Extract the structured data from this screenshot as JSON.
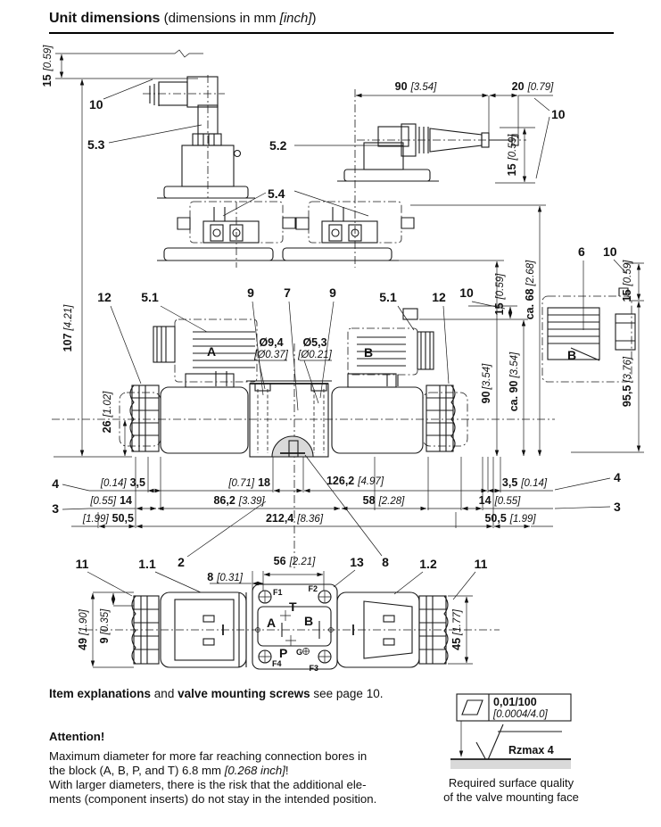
{
  "header": {
    "title": "Unit dimensions",
    "sub_prefix": " (dimensions in mm ",
    "sub_italic": "[inch]",
    "sub_suffix": ")"
  },
  "items": {
    "n10": "10",
    "n5_3": "5.3",
    "n5_2": "5.2",
    "n5_4": "5.4",
    "n5_1": "5.1",
    "n12": "12",
    "n9": "9",
    "n7": "7",
    "n6": "6",
    "n11": "11",
    "n1_1": "1.1",
    "n1_2": "1.2",
    "n2": "2",
    "n13": "13",
    "n8": "8",
    "n3": "3",
    "n4": "4"
  },
  "dims": {
    "d15_mm": "15",
    "d15_in": "[0.59]",
    "d90_mm": "90",
    "d90_in": "[3.54]",
    "d20_mm": "20",
    "d20_in": "[0.79]",
    "dca68_mm": "ca. 68",
    "dca68_in": "[2.68]",
    "dca90_mm": "ca. 90",
    "dca90_in": "[3.54]",
    "d90b_mm": "90",
    "d90b_in": "[3.54]",
    "d955_mm": "95,5",
    "d955_in": "[3.76]",
    "d107_mm": "107",
    "d107_in": "[4.21]",
    "d26_mm": "26",
    "d26_in": "[1.02]",
    "dia94_mm": "Ø9,4",
    "dia94_in": "[Ø0.37]",
    "dia53_mm": "Ø5,3",
    "dia53_in": "[Ø0.21]",
    "d35_mm": "3,5",
    "d35_in": "[0.14]",
    "d18_mm": "18",
    "d18_in": "[0.71]",
    "d14_mm": "14",
    "d14_in": "[0.55]",
    "d505_mm": "50,5",
    "d505_in": "[1.99]",
    "d862_mm": "86,2",
    "d862_in": "[3.39]",
    "d58_mm": "58",
    "d58_in": "[2.28]",
    "d2124_mm": "212,4",
    "d2124_in": "[8.36]",
    "d1262_mm": "126,2",
    "d1262_in": "[4.97]",
    "d8_mm": "8",
    "d8_in": "[0.31]",
    "d56_mm": "56",
    "d56_in": "[2.21]",
    "d49_mm": "49",
    "d49_in": "[1.90]",
    "d9_mm": "9",
    "d9_in": "[0.35]",
    "d45_mm": "45",
    "d45_in": "[1.77]"
  },
  "ports": {
    "A": "A",
    "B": "B",
    "P": "P",
    "T": "T",
    "G": "G",
    "F1": "F1",
    "F2": "F2",
    "F3": "F3",
    "F4": "F4"
  },
  "notes": {
    "item_note_b1": "Item explanations",
    "item_note_m": " and ",
    "item_note_b2": "valve mounting screws",
    "item_note_end": " see page 10.",
    "attention_title": "Attention!",
    "attention_l1": "Maximum diameter for more far reaching connection bores in",
    "attention_l2a": "the block (A, B, P, and T) 6.8 mm ",
    "attention_l2b": "[0.268 inch]",
    "attention_l2c": "!",
    "attention_l3": "With larger diameters, there is the risk that the additional ele-",
    "attention_l4": "ments (component inserts) do not stay in the intended position."
  },
  "surface": {
    "flatness": "0,01/100",
    "flatness_in": "[0.0004/4.0]",
    "roughness": "Rzmax  4",
    "caption1": "Required surface quality",
    "caption2": "of the valve mounting face"
  }
}
